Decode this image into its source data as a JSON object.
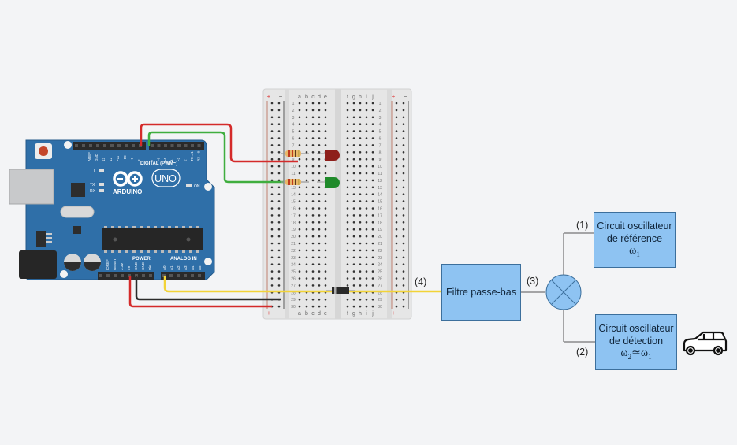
{
  "arduino": {
    "brand": "ARDUINO",
    "model": "UNO",
    "digital_label": "DIGITAL (PWM~)",
    "power_label": "POWER",
    "analog_label": "ANALOG IN",
    "on_label": "ON",
    "led_labels": [
      "L",
      "TX",
      "RX"
    ],
    "digital_pins": [
      "AREF",
      "GND",
      "13",
      "12",
      "~11",
      "~10",
      "~9",
      "8",
      "7",
      "~6",
      "~5",
      "4",
      "~3",
      "2",
      "TX→1",
      "RX←0"
    ],
    "power_pins": [
      "IOREF",
      "RESET",
      "3.3V",
      "5V",
      "GND",
      "GND",
      "Vin"
    ],
    "analog_pins": [
      "A0",
      "A1",
      "A2",
      "A3",
      "A4",
      "A5"
    ]
  },
  "breadboard": {
    "columns_left": [
      "a",
      "b",
      "c",
      "d",
      "e"
    ],
    "columns_right": [
      "f",
      "g",
      "h",
      "i",
      "j"
    ],
    "rows": 30,
    "rail_plus": "+",
    "rail_minus": "−"
  },
  "wires": {
    "red_pin": "8",
    "green_pin": "7",
    "yellow_pin": "A0",
    "colors": {
      "red": "#d42a2a",
      "green": "#3fae3f",
      "yellow": "#f2d338",
      "black": "#2b2b2b"
    }
  },
  "diagram": {
    "filter": {
      "label": "Filtre passe-bas"
    },
    "ref_osc": {
      "line1": "Circuit oscillateur",
      "line2": "de référence",
      "omega": "ω",
      "sub": "1"
    },
    "det_osc": {
      "line1": "Circuit oscillateur",
      "line2": "de détection",
      "omega2": "ω",
      "sub2": "2",
      "approx": "≃",
      "omega1": "ω",
      "sub1": "1"
    },
    "labels": {
      "l1": "(1)",
      "l2": "(2)",
      "l3": "(3)",
      "l4": "(4)"
    },
    "block_color": "#8ec3f2"
  }
}
